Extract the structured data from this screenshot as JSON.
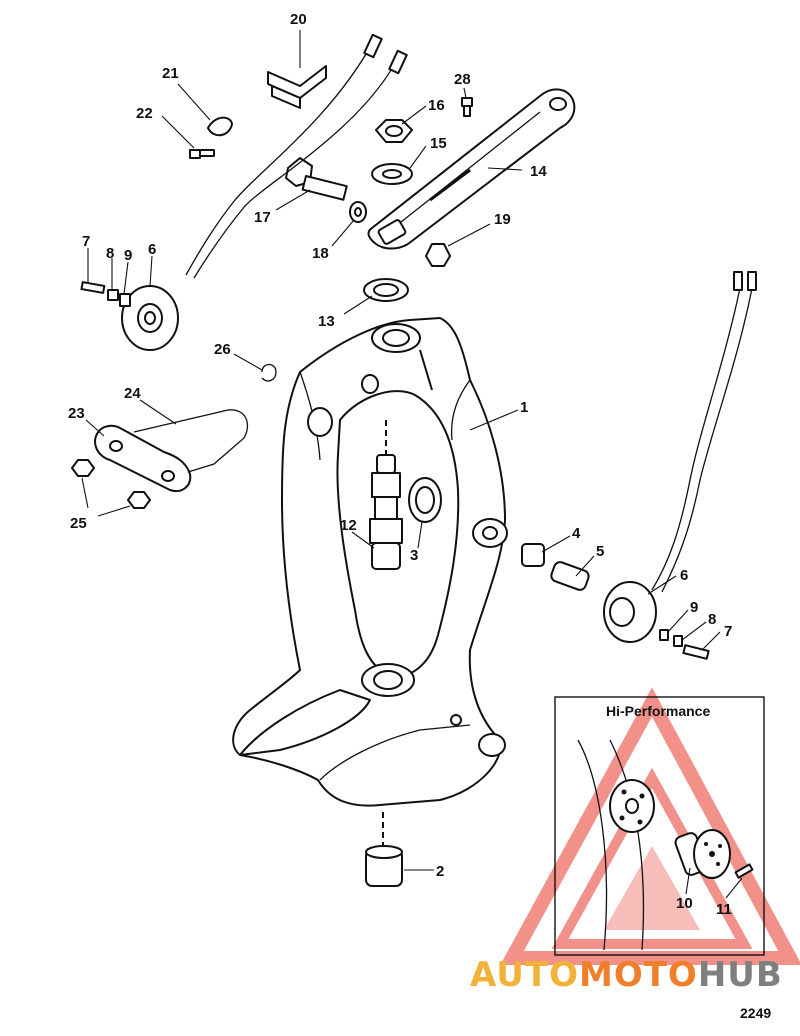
{
  "diagram": {
    "callouts": [
      {
        "id": "c1",
        "text": "1"
      },
      {
        "id": "c2",
        "text": "2"
      },
      {
        "id": "c3",
        "text": "3"
      },
      {
        "id": "c4",
        "text": "4"
      },
      {
        "id": "c5",
        "text": "5"
      },
      {
        "id": "c6a",
        "text": "6"
      },
      {
        "id": "c6b",
        "text": "6"
      },
      {
        "id": "c7a",
        "text": "7"
      },
      {
        "id": "c7b",
        "text": "7"
      },
      {
        "id": "c8a",
        "text": "8"
      },
      {
        "id": "c8b",
        "text": "8"
      },
      {
        "id": "c9a",
        "text": "9"
      },
      {
        "id": "c9b",
        "text": "9"
      },
      {
        "id": "c10",
        "text": "10"
      },
      {
        "id": "c11",
        "text": "11"
      },
      {
        "id": "c12",
        "text": "12"
      },
      {
        "id": "c13",
        "text": "13"
      },
      {
        "id": "c14",
        "text": "14"
      },
      {
        "id": "c15",
        "text": "15"
      },
      {
        "id": "c16",
        "text": "16"
      },
      {
        "id": "c17",
        "text": "17"
      },
      {
        "id": "c18",
        "text": "18"
      },
      {
        "id": "c19",
        "text": "19"
      },
      {
        "id": "c20",
        "text": "20"
      },
      {
        "id": "c21",
        "text": "21"
      },
      {
        "id": "c22",
        "text": "22"
      },
      {
        "id": "c23",
        "text": "23"
      },
      {
        "id": "c24",
        "text": "24"
      },
      {
        "id": "c25",
        "text": "25"
      },
      {
        "id": "c26",
        "text": "26"
      },
      {
        "id": "c28",
        "text": "28"
      }
    ],
    "inset_title": "Hi-Performance",
    "figure_number": "2249"
  },
  "watermark": {
    "brand": "AUTOMOTOHUB",
    "colors": {
      "triangle": "#e8392b",
      "auto": "#f2b23a",
      "moto": "#ef7f2a",
      "hub": "#7f7f7f"
    }
  }
}
